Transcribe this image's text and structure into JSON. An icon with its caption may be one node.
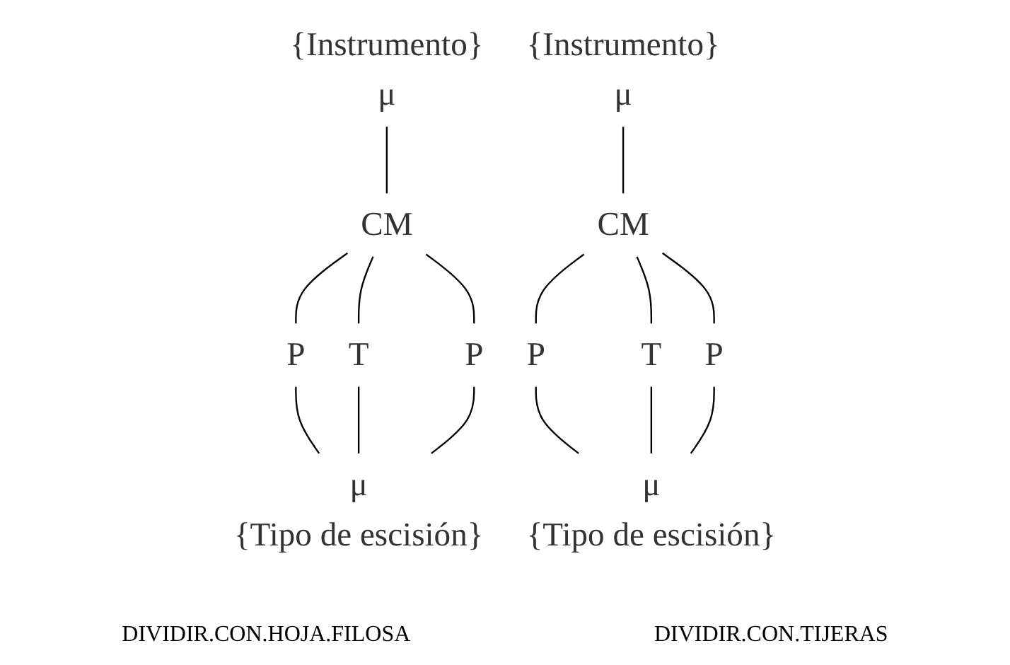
{
  "diagram": {
    "nodes": [
      {
        "text": [
          "{Instrumento}",
          "μ"
        ]
      },
      {
        "text": [
          "CM"
        ]
      },
      {
        "text": [
          "P"
        ]
      },
      {
        "text": [
          "T"
        ]
      },
      {
        "text": [
          "P"
        ]
      },
      {
        "text": [
          "μ",
          "{Tipo de escisión}"
        ]
      },
      {
        "text": [
          "{Instrumento}",
          "μ"
        ]
      },
      {
        "text": [
          "CM"
        ]
      },
      {
        "text": [
          "P"
        ]
      },
      {
        "text": [
          "T"
        ]
      },
      {
        "text": [
          "P"
        ]
      },
      {
        "text": [
          "μ",
          "{Tipo de escisión}"
        ]
      }
    ],
    "edges": [
      {
        "from": 0,
        "to": 1,
        "arrow": "none"
      },
      {
        "from": 1,
        "to": 2,
        "arrow": "none"
      },
      {
        "from": 1,
        "to": 3,
        "arrow": "none"
      },
      {
        "from": 1,
        "to": 4,
        "arrow": "none"
      },
      {
        "from": 2,
        "to": 5,
        "arrow": "none"
      },
      {
        "from": 3,
        "to": 5,
        "arrow": "none"
      },
      {
        "from": 4,
        "to": 5,
        "arrow": "none"
      },
      {
        "from": 6,
        "to": 7,
        "arrow": "none"
      },
      {
        "from": 7,
        "to": 8,
        "arrow": "none"
      },
      {
        "from": 7,
        "to": 9,
        "arrow": "none"
      },
      {
        "from": 7,
        "to": 10,
        "arrow": "none"
      },
      {
        "from": 8,
        "to": 11,
        "arrow": "none"
      },
      {
        "from": 9,
        "to": 11,
        "arrow": "none"
      },
      {
        "from": 10,
        "to": 11,
        "arrow": "none"
      }
    ],
    "labels": [
      "DIVIDIR.CON.HOJA.FILOSA",
      "DIVIDIR.CON.TIJERAS"
    ]
  }
}
